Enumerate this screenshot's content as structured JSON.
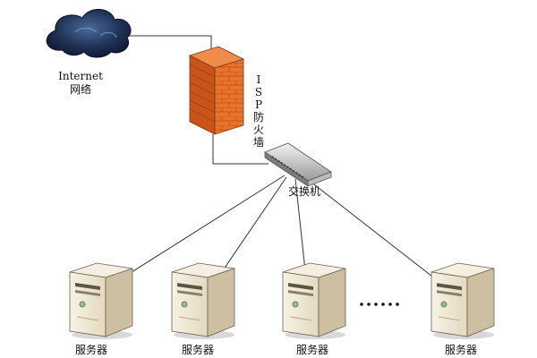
{
  "nodes": {
    "internet": {
      "label_en": "Internet",
      "label_cn": "网络",
      "icon": "cloud-icon"
    },
    "firewall": {
      "label_chars": [
        "I",
        "S",
        "P",
        "防",
        "火",
        "墙"
      ],
      "icon": "brick-wall-icon"
    },
    "switch": {
      "label": "交换机",
      "icon": "network-switch-icon"
    },
    "servers": [
      {
        "label": "服务器",
        "icon": "server-tower-icon"
      },
      {
        "label": "服务器",
        "icon": "server-tower-icon"
      },
      {
        "label": "服务器",
        "icon": "server-tower-icon"
      },
      {
        "label": "服务器",
        "icon": "server-tower-icon"
      }
    ],
    "ellipsis": "……"
  },
  "colors": {
    "firewall_front": "#e8732a",
    "firewall_side": "#c9541a",
    "cloud_dark": "#1a2a4a",
    "server_body": "#efe8d6",
    "server_side": "#cdbfa1",
    "line": "#333333"
  }
}
